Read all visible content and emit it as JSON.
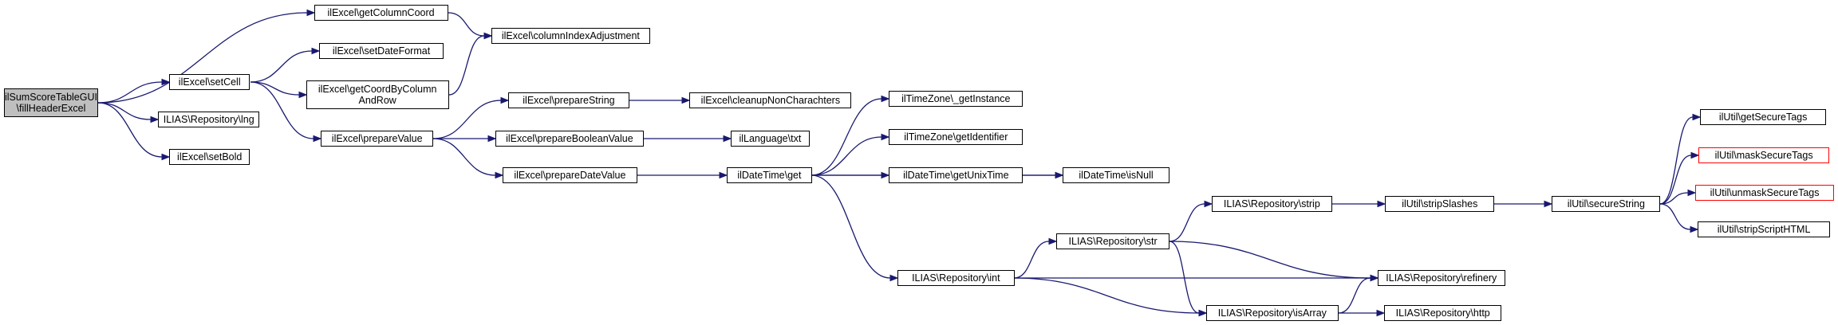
{
  "colors": {
    "edge": "#191970",
    "root_fill": "#bfbfbf",
    "node_border": "#000000",
    "missing_border": "#ff0000"
  },
  "nodes": {
    "fillHeaderExcel": {
      "line1": "ilSumScoreTableGUI",
      "line2": "\\fillHeaderExcel"
    },
    "setCell": {
      "label": "ilExcel\\setCell"
    },
    "lng": {
      "label": "ILIAS\\Repository\\lng"
    },
    "setBold": {
      "label": "ilExcel\\setBold"
    },
    "getColumnCoord": {
      "label": "ilExcel\\getColumnCoord"
    },
    "setDateFormat": {
      "label": "ilExcel\\setDateFormat"
    },
    "getCoordByColumnAndRow": {
      "line1": "ilExcel\\getCoordByColumn",
      "line2": "AndRow"
    },
    "prepareValue": {
      "label": "ilExcel\\prepareValue"
    },
    "columnIndexAdjustment": {
      "label": "ilExcel\\columnIndexAdjustment"
    },
    "prepareString": {
      "label": "ilExcel\\prepareString"
    },
    "prepareBooleanValue": {
      "label": "ilExcel\\prepareBooleanValue"
    },
    "prepareDateValue": {
      "label": "ilExcel\\prepareDateValue"
    },
    "cleanupNonCharachters": {
      "label": "ilExcel\\cleanupNonCharachters"
    },
    "txt": {
      "label": "ilLanguage\\txt"
    },
    "dateTimeGet": {
      "label": "ilDateTime\\get"
    },
    "getInstance": {
      "label": "ilTimeZone\\_getInstance"
    },
    "getIdentifier": {
      "label": "ilTimeZone\\getIdentifier"
    },
    "getUnixTime": {
      "label": "ilDateTime\\getUnixTime"
    },
    "isNull": {
      "label": "ilDateTime\\isNull"
    },
    "repoInt": {
      "label": "ILIAS\\Repository\\int"
    },
    "repoStr": {
      "label": "ILIAS\\Repository\\str"
    },
    "repoStrip": {
      "label": "ILIAS\\Repository\\strip"
    },
    "stripSlashes": {
      "label": "ilUtil\\stripSlashes"
    },
    "secureString": {
      "label": "ilUtil\\secureString"
    },
    "refinery": {
      "label": "ILIAS\\Repository\\refinery"
    },
    "isArray": {
      "label": "ILIAS\\Repository\\isArray"
    },
    "http": {
      "label": "ILIAS\\Repository\\http"
    },
    "getSecureTags": {
      "label": "ilUtil\\getSecureTags"
    },
    "maskSecureTags": {
      "label": "ilUtil\\maskSecureTags"
    },
    "unmaskSecureTags": {
      "label": "ilUtil\\unmaskSecureTags"
    },
    "stripScriptHTML": {
      "label": "ilUtil\\stripScriptHTML"
    }
  },
  "edges": [
    [
      "fillHeaderExcel",
      "getColumnCoord"
    ],
    [
      "fillHeaderExcel",
      "setCell"
    ],
    [
      "fillHeaderExcel",
      "lng"
    ],
    [
      "fillHeaderExcel",
      "setBold"
    ],
    [
      "getColumnCoord",
      "columnIndexAdjustment"
    ],
    [
      "setCell",
      "setDateFormat"
    ],
    [
      "setCell",
      "getCoordByColumnAndRow"
    ],
    [
      "setCell",
      "prepareValue"
    ],
    [
      "getCoordByColumnAndRow",
      "columnIndexAdjustment"
    ],
    [
      "prepareValue",
      "prepareString"
    ],
    [
      "prepareValue",
      "prepareBooleanValue"
    ],
    [
      "prepareValue",
      "prepareDateValue"
    ],
    [
      "prepareString",
      "cleanupNonCharachters"
    ],
    [
      "prepareBooleanValue",
      "txt"
    ],
    [
      "prepareDateValue",
      "dateTimeGet"
    ],
    [
      "dateTimeGet",
      "getInstance"
    ],
    [
      "dateTimeGet",
      "getIdentifier"
    ],
    [
      "dateTimeGet",
      "getUnixTime"
    ],
    [
      "dateTimeGet",
      "isNull"
    ],
    [
      "dateTimeGet",
      "repoInt"
    ],
    [
      "getUnixTime",
      "isNull"
    ],
    [
      "repoInt",
      "repoStr"
    ],
    [
      "repoInt",
      "refinery"
    ],
    [
      "repoInt",
      "isArray"
    ],
    [
      "repoStr",
      "repoStrip"
    ],
    [
      "repoStr",
      "refinery"
    ],
    [
      "repoStr",
      "isArray"
    ],
    [
      "repoStrip",
      "stripSlashes"
    ],
    [
      "stripSlashes",
      "secureString"
    ],
    [
      "isArray",
      "refinery"
    ],
    [
      "isArray",
      "http"
    ],
    [
      "secureString",
      "getSecureTags"
    ],
    [
      "secureString",
      "maskSecureTags"
    ],
    [
      "secureString",
      "unmaskSecureTags"
    ],
    [
      "secureString",
      "stripScriptHTML"
    ]
  ]
}
